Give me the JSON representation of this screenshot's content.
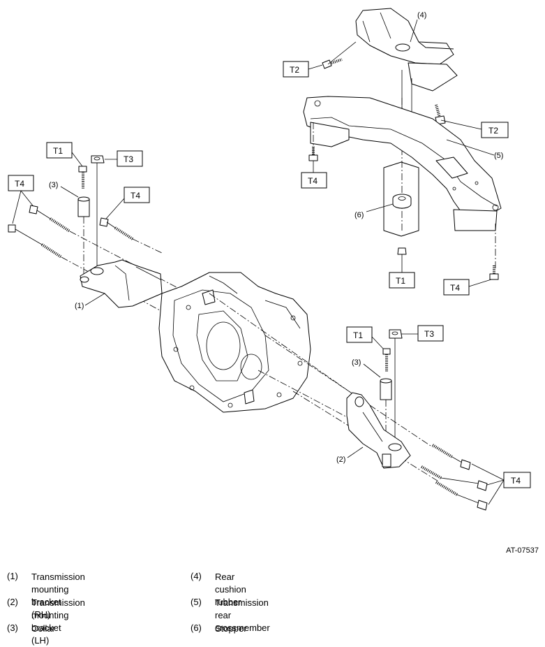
{
  "callouts": {
    "torque": {
      "t1": "T1",
      "t2": "T2",
      "t3": "T3",
      "t4": "T4"
    },
    "parts": {
      "p1": "(1)",
      "p2": "(2)",
      "p3": "(3)",
      "p4": "(4)",
      "p5": "(5)",
      "p6": "(6)"
    }
  },
  "figure_code": "AT-07537",
  "legend": [
    {
      "num": "(1)",
      "text": "Transmission mounting bracket\n(RH)"
    },
    {
      "num": "(2)",
      "text": "Transmission mounting bracket\n(LH)"
    },
    {
      "num": "(3)",
      "text": "Collar"
    },
    {
      "num": "(4)",
      "text": "Rear cushion rubber"
    },
    {
      "num": "(5)",
      "text": "Transmission rear crossmember"
    },
    {
      "num": "(6)",
      "text": "Stopper"
    }
  ]
}
